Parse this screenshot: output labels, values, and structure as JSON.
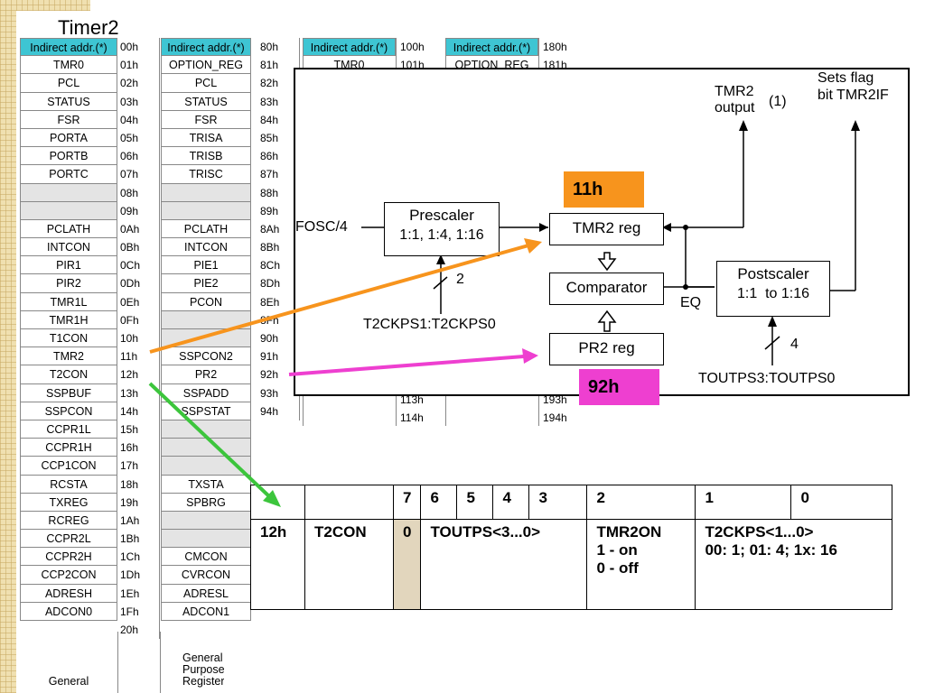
{
  "slide_title": "Timer2",
  "colors": {
    "header": "#3ec5d3",
    "orange": "#f7941d",
    "magenta": "#ee3fd0",
    "green": "#3cc53c",
    "shade": "#e2d6bd"
  },
  "bank0": {
    "registers": [
      "Indirect addr.(*)",
      "TMR0",
      "PCL",
      "STATUS",
      "FSR",
      "PORTA",
      "PORTB",
      "PORTC",
      "",
      "",
      "PCLATH",
      "INTCON",
      "PIR1",
      "PIR2",
      "TMR1L",
      "TMR1H",
      "T1CON",
      "TMR2",
      "T2CON",
      "SSPBUF",
      "SSPCON",
      "CCPR1L",
      "CCPR1H",
      "CCP1CON",
      "RCSTA",
      "TXREG",
      "RCREG",
      "CCPR2L",
      "CCPR2H",
      "CCP2CON",
      "ADRESH",
      "ADCON0"
    ],
    "addresses": [
      "00h",
      "01h",
      "02h",
      "03h",
      "04h",
      "05h",
      "06h",
      "07h",
      "08h",
      "09h",
      "0Ah",
      "0Bh",
      "0Ch",
      "0Dh",
      "0Eh",
      "0Fh",
      "10h",
      "11h",
      "12h",
      "13h",
      "14h",
      "15h",
      "16h",
      "17h",
      "18h",
      "19h",
      "1Ah",
      "1Bh",
      "1Ch",
      "1Dh",
      "1Eh",
      "1Fh",
      "20h"
    ],
    "footer": "General"
  },
  "bank1": {
    "registers": [
      "Indirect addr.(*)",
      "OPTION_REG",
      "PCL",
      "STATUS",
      "FSR",
      "TRISA",
      "TRISB",
      "TRISC",
      "",
      "",
      "PCLATH",
      "INTCON",
      "PIE1",
      "PIE2",
      "PCON",
      "",
      "",
      "SSPCON2",
      "PR2",
      "SSPADD",
      "SSPSTAT",
      "",
      "",
      "",
      "TXSTA",
      "SPBRG",
      "",
      "",
      "CMCON",
      "CVRCON",
      "ADRESL",
      "ADCON1"
    ],
    "addresses": [
      "80h",
      "81h",
      "82h",
      "83h",
      "84h",
      "85h",
      "86h",
      "87h",
      "88h",
      "89h",
      "8Ah",
      "8Bh",
      "8Ch",
      "8Dh",
      "8Eh",
      "8Fh",
      "90h",
      "91h",
      "92h",
      "93h",
      "94h"
    ],
    "footer": "General Purpose Registers"
  },
  "bank2": {
    "header": "Indirect addr.(*)",
    "addresses": [
      "100h",
      "101h",
      "113h",
      "114h"
    ],
    "second_row": "TMR0"
  },
  "bank3": {
    "header": "Indirect addr.(*)",
    "addresses": [
      "180h",
      "181h",
      "193h",
      "194h"
    ],
    "second_row": "OPTION_REG"
  },
  "diagram": {
    "fosc": "FOSC/4",
    "prescaler_title": "Prescaler",
    "prescaler_ratios": "1:1, 1:4, 1:16",
    "prescaler_bits": "2",
    "prescaler_select": "T2CKPS1:T2CKPS0",
    "tmr2_reg": "TMR2 reg",
    "comparator": "Comparator",
    "pr2_reg": "PR2 reg",
    "eq": "EQ",
    "postscaler_title": "Postscaler",
    "postscaler_ratios": "1:1  to 1:16",
    "postscaler_bits": "4",
    "postscaler_select": "TOUTPS3:TOUTPS0",
    "tmr2_output": "TMR2 output",
    "tmr2_output_note": "(1)",
    "flag_line1": "Sets flag",
    "flag_line2": "bit TMR2IF",
    "addr_tmr2": "11h",
    "addr_pr2": "92h"
  },
  "bit_table": {
    "header": [
      "",
      "",
      "7",
      "6",
      "5",
      "4",
      "3",
      "2",
      "1",
      "0"
    ],
    "address": "12h",
    "name": "T2CON",
    "bit7": "0",
    "toutps": "TOUTPS<3...0>",
    "tmr2on": "TMR2ON",
    "tmr2on_on": "1 - on",
    "tmr2on_off": "0 - off",
    "t2ckps": "T2CKPS<1...0>",
    "t2ckps_values": "00: 1; 01: 4; 1x: 16"
  }
}
